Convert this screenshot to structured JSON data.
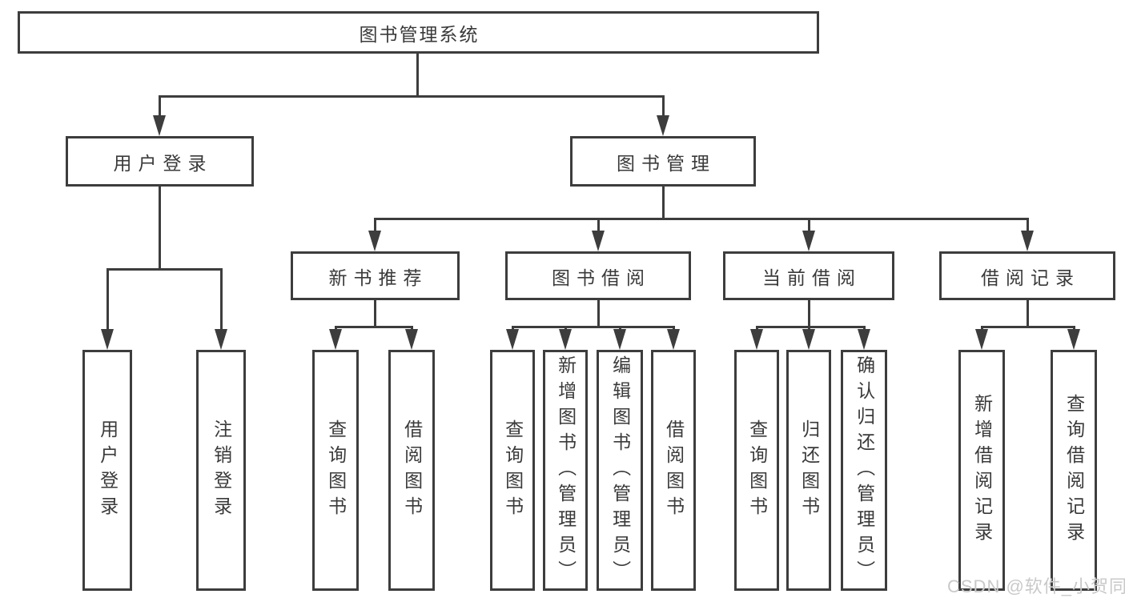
{
  "diagram": {
    "root": "图书管理系统",
    "user_login": {
      "label": "用户登录",
      "leaves": [
        "用户登录",
        "注销登录"
      ]
    },
    "book_management": {
      "label": "图书管理",
      "children": [
        {
          "label": "新书推荐",
          "leaves": [
            "查询图书",
            "借阅图书"
          ]
        },
        {
          "label": "图书借阅",
          "leaves": [
            "查询图书",
            "新增图书（管理员）",
            "编辑图书（管理员）",
            "借阅图书"
          ]
        },
        {
          "label": "当前借阅",
          "leaves": [
            "查询图书",
            "归还图书",
            "确认归还（管理员）"
          ]
        },
        {
          "label": "借阅记录",
          "leaves": [
            "新增借阅记录",
            "查询借阅记录"
          ]
        }
      ]
    }
  },
  "watermark": {
    "text": "CSDN @软件_小贺同学"
  },
  "colors": {
    "line": "#3d3d3d",
    "text": "#3a3a3a",
    "box_background": "#ffffff",
    "watermark": "#c9c9c9"
  }
}
